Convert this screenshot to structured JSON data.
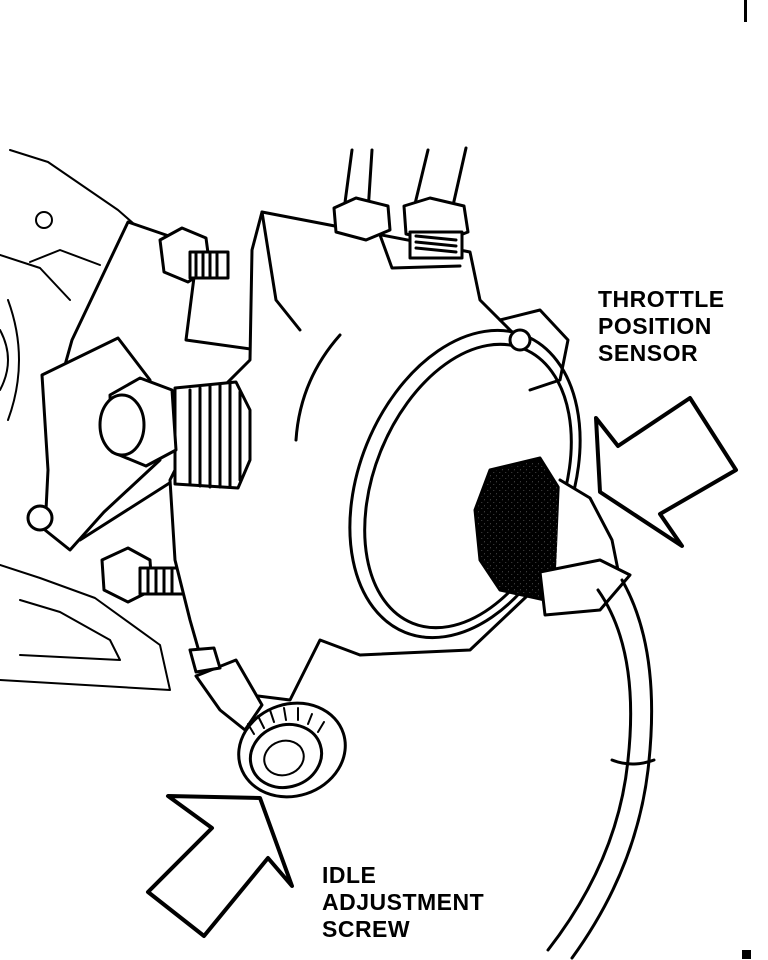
{
  "diagram": {
    "subject": "throttle body assembly line drawing",
    "callouts": {
      "throttle_position_sensor": {
        "lines": [
          "THROTTLE",
          "POSITION",
          "SENSOR"
        ],
        "arrow_icon": "hollow-arrow-icon",
        "pointing": "left"
      },
      "idle_adjustment_screw": {
        "lines": [
          "IDLE",
          "ADJUSTMENT",
          "SCREW"
        ],
        "arrow_icon": "hollow-arrow-icon",
        "pointing": "up-right"
      }
    },
    "colors": {
      "ink": "#000000",
      "paper": "#ffffff",
      "sensor_stipple": "#808080"
    }
  }
}
